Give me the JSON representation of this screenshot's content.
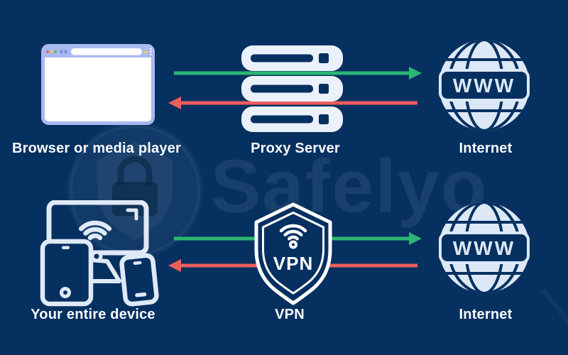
{
  "background_color": "#063060",
  "watermark": {
    "brand": "Safelyo"
  },
  "colors": {
    "outgoing_arrow_green": "#2bb673",
    "incoming_arrow_red": "#ed5e5e",
    "icon_light": "#dfe9f7",
    "browser_chrome": "#a9b9f2",
    "label_text": "#f8fbff"
  },
  "top_row": {
    "source_label": "Browser or media player",
    "middle_label": "Proxy Server",
    "destination_label": "Internet",
    "globe_text": "WWW"
  },
  "bottom_row": {
    "source_label": "Your entire device",
    "middle_label": "VPN",
    "shield_text": "VPN",
    "destination_label": "Internet",
    "globe_text": "WWW"
  }
}
